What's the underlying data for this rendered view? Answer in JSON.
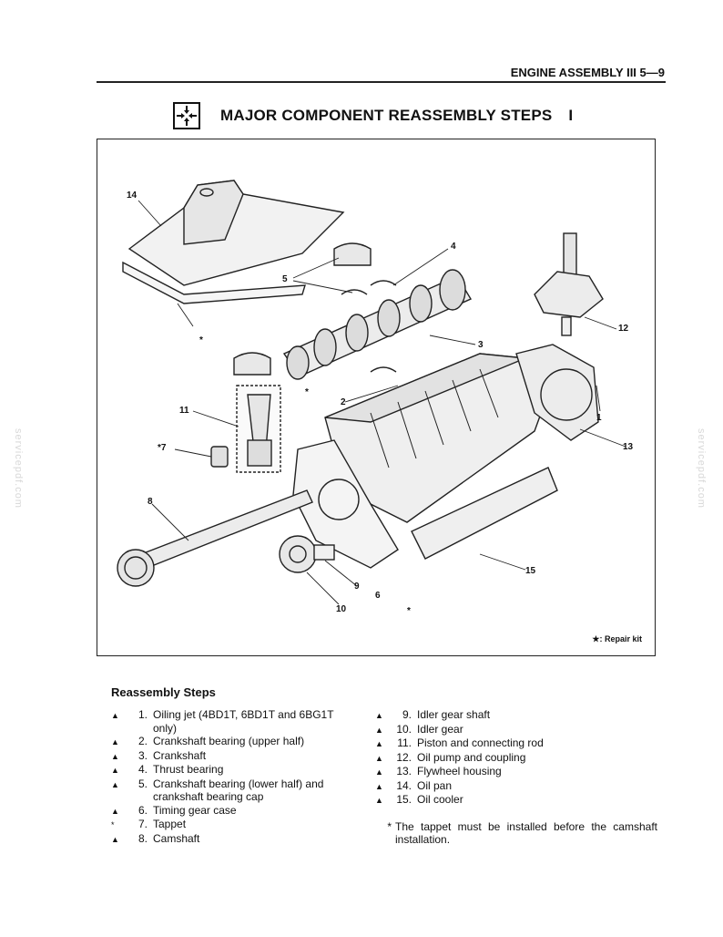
{
  "header": {
    "title": "ENGINE ASSEMBLY III 5—9"
  },
  "section": {
    "title": "MAJOR COMPONENT REASSEMBLY STEPS",
    "numeral": "I"
  },
  "figure": {
    "callouts": [
      "14",
      "4",
      "5",
      "12",
      "*",
      "3",
      "*",
      "2",
      "11",
      "1",
      "*7",
      "13",
      "8",
      "15",
      "9",
      "6",
      "10",
      "*"
    ],
    "repair_note": "★: Repair kit"
  },
  "steps": {
    "title": "Reassembly Steps",
    "left": [
      {
        "mark": "▲",
        "num": "1.",
        "text": "Oiling jet (4BD1T, 6BD1T and 6BG1T only)"
      },
      {
        "mark": "▲",
        "num": "2.",
        "text": "Crankshaft bearing (upper half)"
      },
      {
        "mark": "▲",
        "num": "3.",
        "text": "Crankshaft"
      },
      {
        "mark": "▲",
        "num": "4.",
        "text": "Thrust bearing"
      },
      {
        "mark": "▲",
        "num": "5.",
        "text": "Crankshaft bearing (lower half) and crankshaft bearing cap"
      },
      {
        "mark": "▲",
        "num": "6.",
        "text": "Timing gear case"
      },
      {
        "mark": "*",
        "num": "7.",
        "text": "Tappet"
      },
      {
        "mark": "▲",
        "num": "8.",
        "text": "Camshaft"
      }
    ],
    "right": [
      {
        "mark": "▲",
        "num": "9.",
        "text": "Idler gear shaft"
      },
      {
        "mark": "▲",
        "num": "10.",
        "text": "Idler gear"
      },
      {
        "mark": "▲",
        "num": "11.",
        "text": "Piston and connecting rod"
      },
      {
        "mark": "▲",
        "num": "12.",
        "text": "Oil pump and coupling"
      },
      {
        "mark": "▲",
        "num": "13.",
        "text": "Flywheel housing"
      },
      {
        "mark": "▲",
        "num": "14.",
        "text": "Oil pan"
      },
      {
        "mark": "▲",
        "num": "15.",
        "text": "Oil cooler"
      }
    ],
    "footnote": {
      "mark": "*",
      "text": "The tappet must be installed before the camshaft installation."
    }
  },
  "watermark": {
    "left": "servicepdf.com",
    "right": "servicepdf.com"
  },
  "icons": {
    "title_icon": "arrows-inward-icon"
  }
}
